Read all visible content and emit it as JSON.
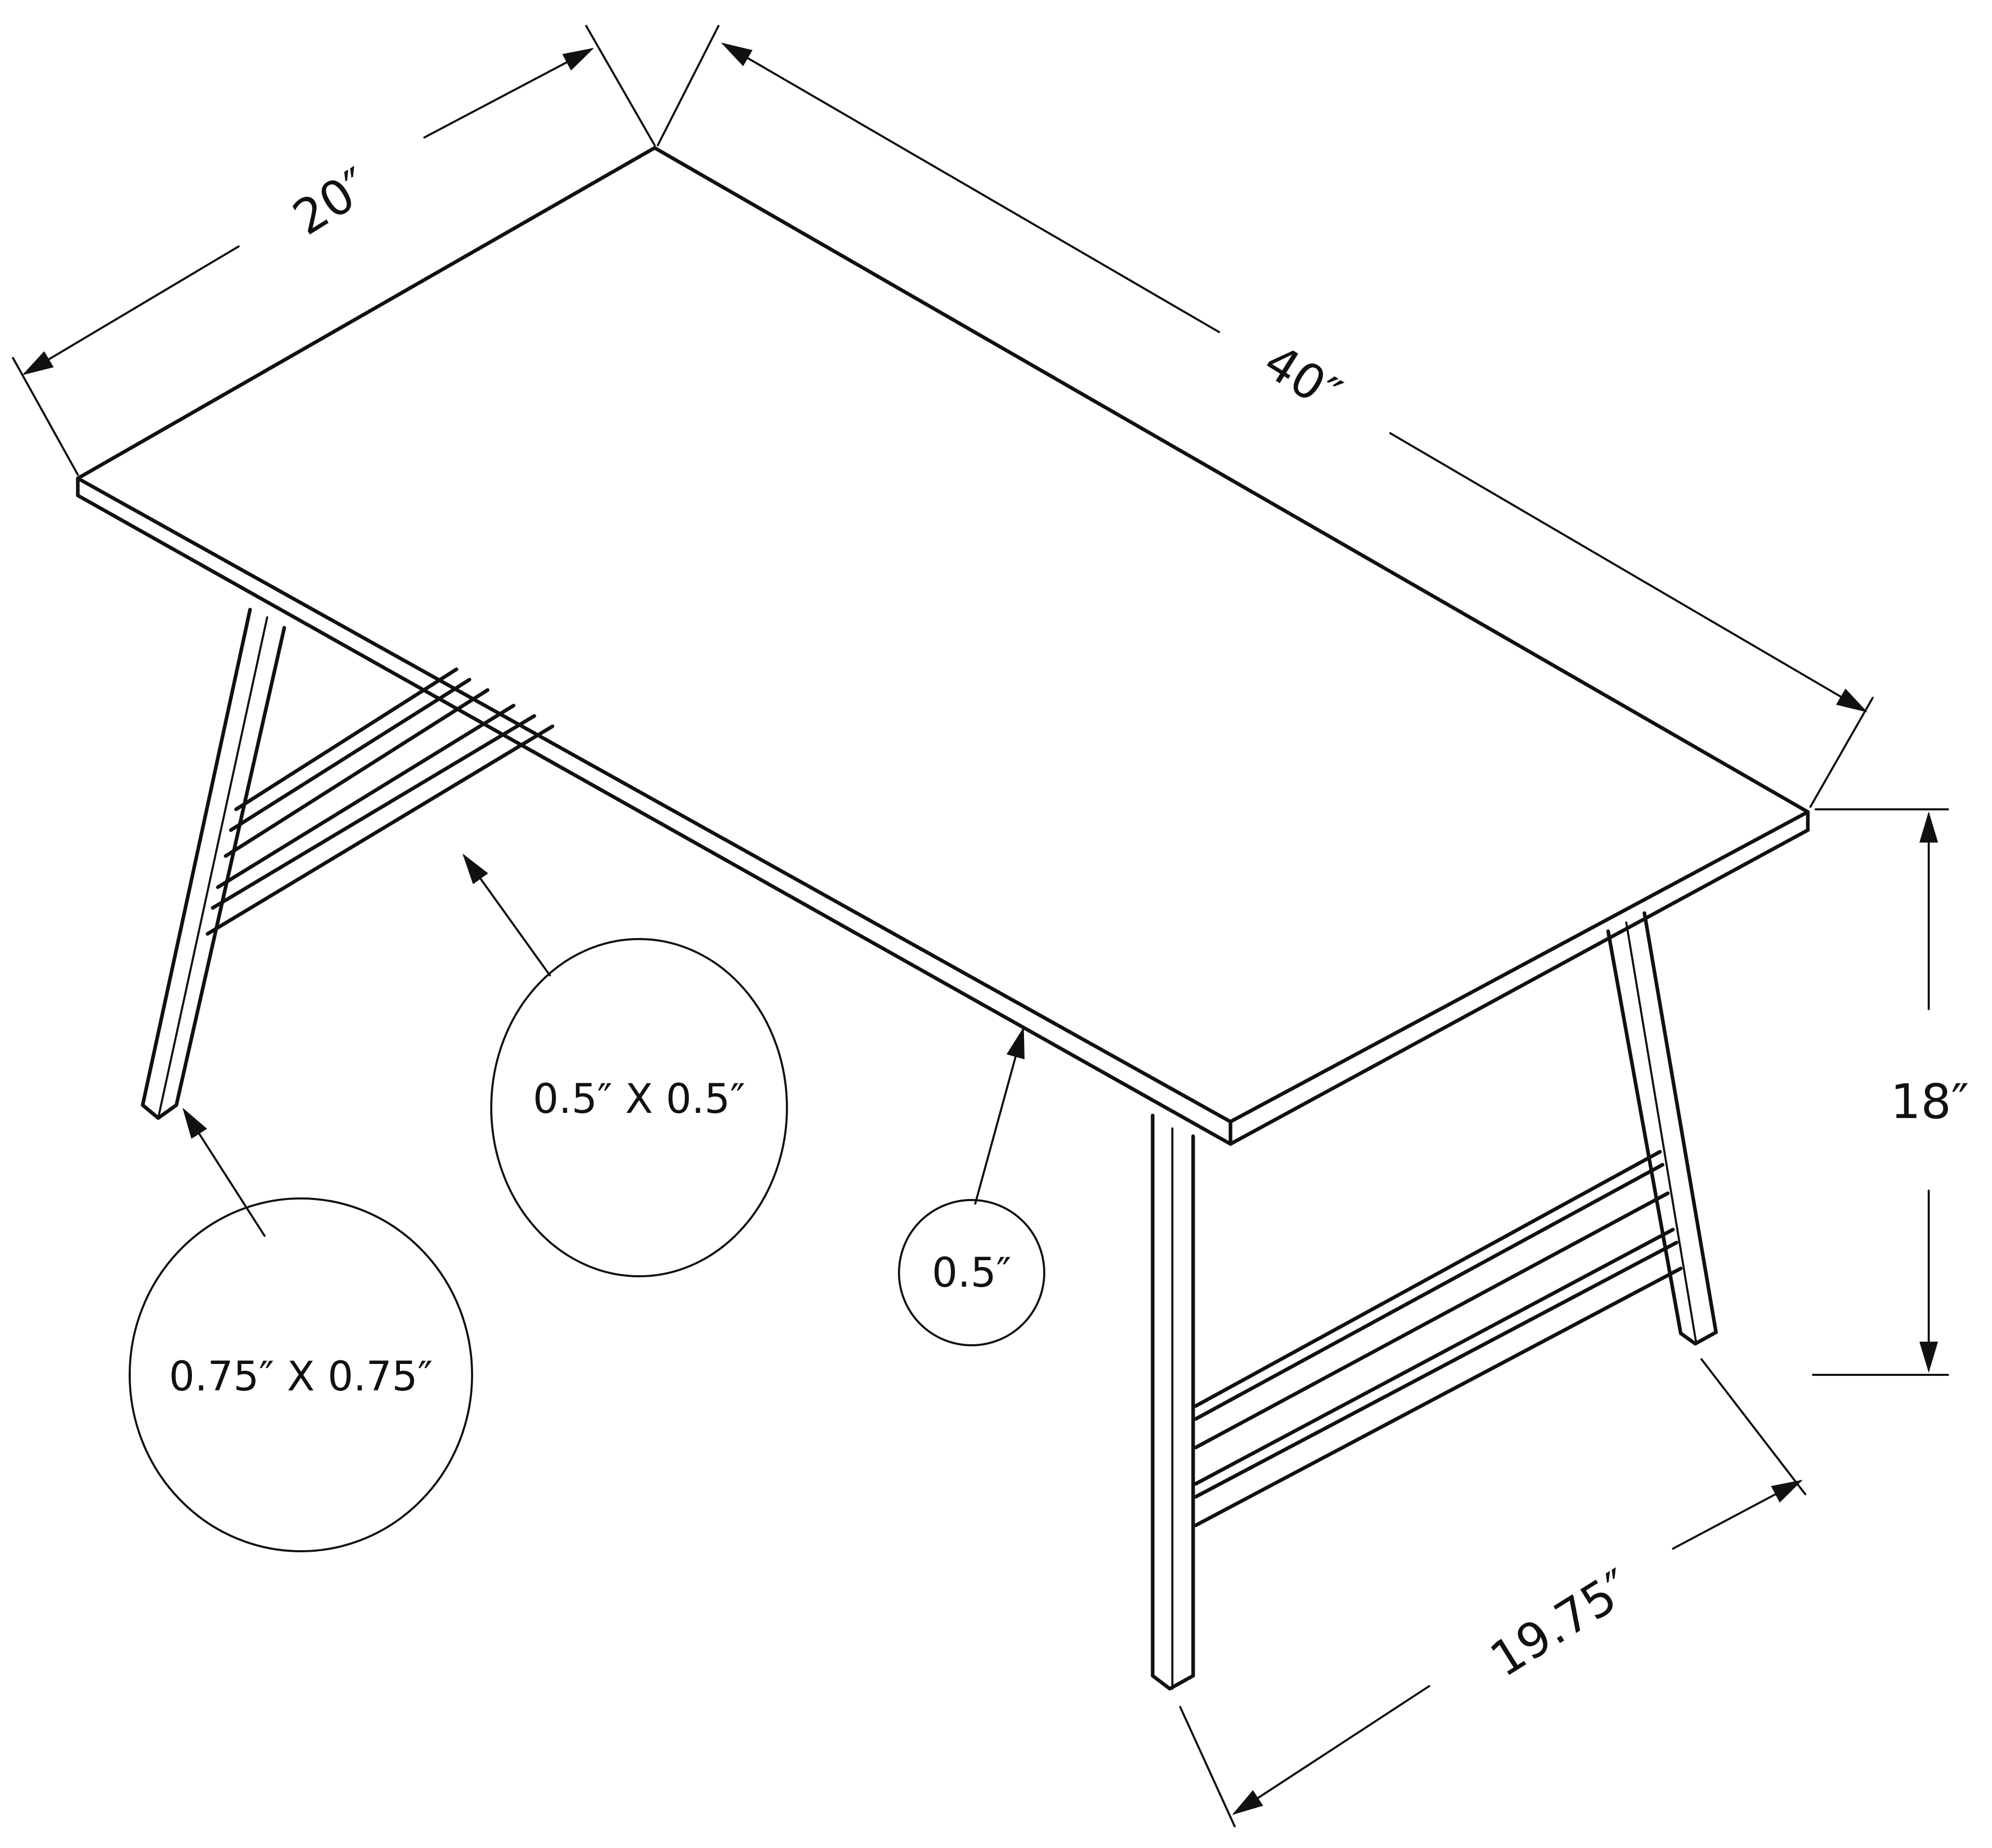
{
  "diagram": {
    "subject": "coffee-table-dimension-drawing",
    "line_color": "#111111",
    "background": "#ffffff",
    "dimensions": {
      "width": "20″",
      "length": "40″",
      "height": "18″",
      "leg_span": "19.75″"
    },
    "callouts": {
      "stretcher": "0.5″ X 0.5″",
      "top_thickness": "0.5″",
      "leg": "0.75″ X 0.75″"
    }
  }
}
